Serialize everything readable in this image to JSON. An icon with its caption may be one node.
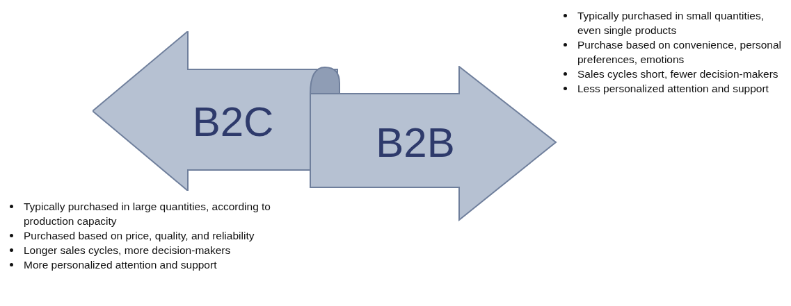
{
  "diagram": {
    "nodes": [
      {
        "text": [
          "B2C"
        ]
      },
      {
        "text": [
          "B2B"
        ]
      }
    ],
    "labels": [
      "Typically purchased in small quantities, even single products",
      "Purchase based on convenience, personal preferences, emotions",
      "Sales cycles short, fewer decision-makers",
      "Less personalized attention and support",
      "Typically purchased in large quantities, according to production capacity",
      "Purchased based on price, quality, and reliability",
      "Longer sales cycles, more decision-makers",
      "More personalized attention and support"
    ]
  }
}
